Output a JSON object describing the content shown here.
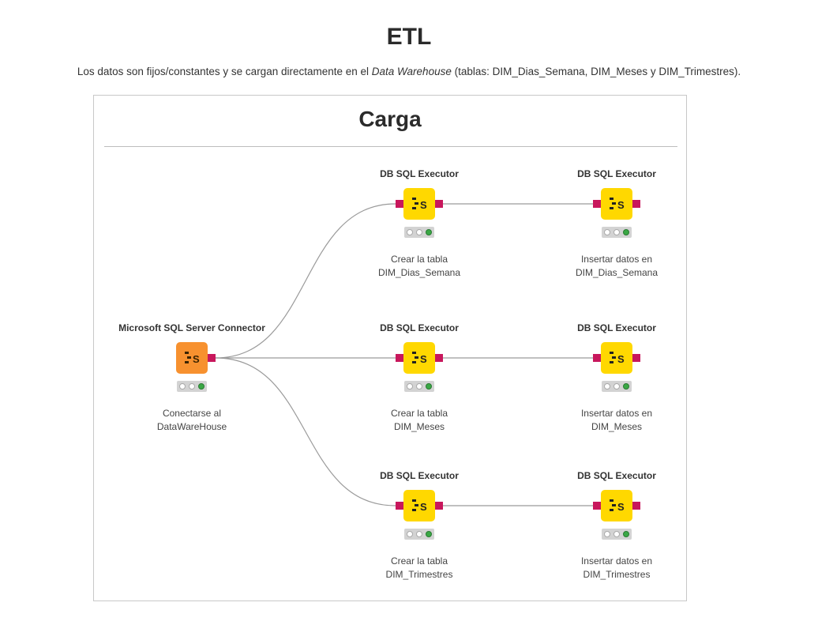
{
  "page": {
    "title": "ETL",
    "description_prefix": "Los datos son fijos/constantes y se cargan directamente en el ",
    "description_em": "Data Warehouse",
    "description_suffix": " (tablas: DIM_Dias_Semana, DIM_Meses y DIM_Trimestres)."
  },
  "panel": {
    "title": "Carga"
  },
  "colors": {
    "executor": "#ffd800",
    "connector": "#f7912f",
    "port": "#c8175c",
    "status_ok": "#3aa845",
    "link": "#9a9a9a"
  },
  "nodes": [
    {
      "id": "connector",
      "type": "Microsoft SQL Server Connector",
      "icon": "database-connector-icon",
      "label_line1": "Conectarse al",
      "label_line2": "DataWareHouse",
      "status": "green"
    },
    {
      "id": "create_dias",
      "type": "DB SQL Executor",
      "icon": "db-sql-executor-icon",
      "label_line1": "Crear la tabla",
      "label_line2": "DIM_Dias_Semana",
      "status": "green"
    },
    {
      "id": "insert_dias",
      "type": "DB SQL Executor",
      "icon": "db-sql-executor-icon",
      "label_line1": "Insertar datos en",
      "label_line2": "DIM_Dias_Semana",
      "status": "green"
    },
    {
      "id": "create_meses",
      "type": "DB SQL Executor",
      "icon": "db-sql-executor-icon",
      "label_line1": "Crear la tabla",
      "label_line2": "DIM_Meses",
      "status": "green"
    },
    {
      "id": "insert_meses",
      "type": "DB SQL Executor",
      "icon": "db-sql-executor-icon",
      "label_line1": "Insertar datos en",
      "label_line2": "DIM_Meses",
      "status": "green"
    },
    {
      "id": "create_trim",
      "type": "DB SQL Executor",
      "icon": "db-sql-executor-icon",
      "label_line1": "Crear la tabla",
      "label_line2": "DIM_Trimestres",
      "status": "green"
    },
    {
      "id": "insert_trim",
      "type": "DB SQL Executor",
      "icon": "db-sql-executor-icon",
      "label_line1": "Insertar datos en",
      "label_line2": "DIM_Trimestres",
      "status": "green"
    }
  ],
  "links": [
    {
      "from": "connector",
      "to": "create_dias"
    },
    {
      "from": "connector",
      "to": "create_meses"
    },
    {
      "from": "connector",
      "to": "create_trim"
    },
    {
      "from": "create_dias",
      "to": "insert_dias"
    },
    {
      "from": "create_meses",
      "to": "insert_meses"
    },
    {
      "from": "create_trim",
      "to": "insert_trim"
    }
  ]
}
